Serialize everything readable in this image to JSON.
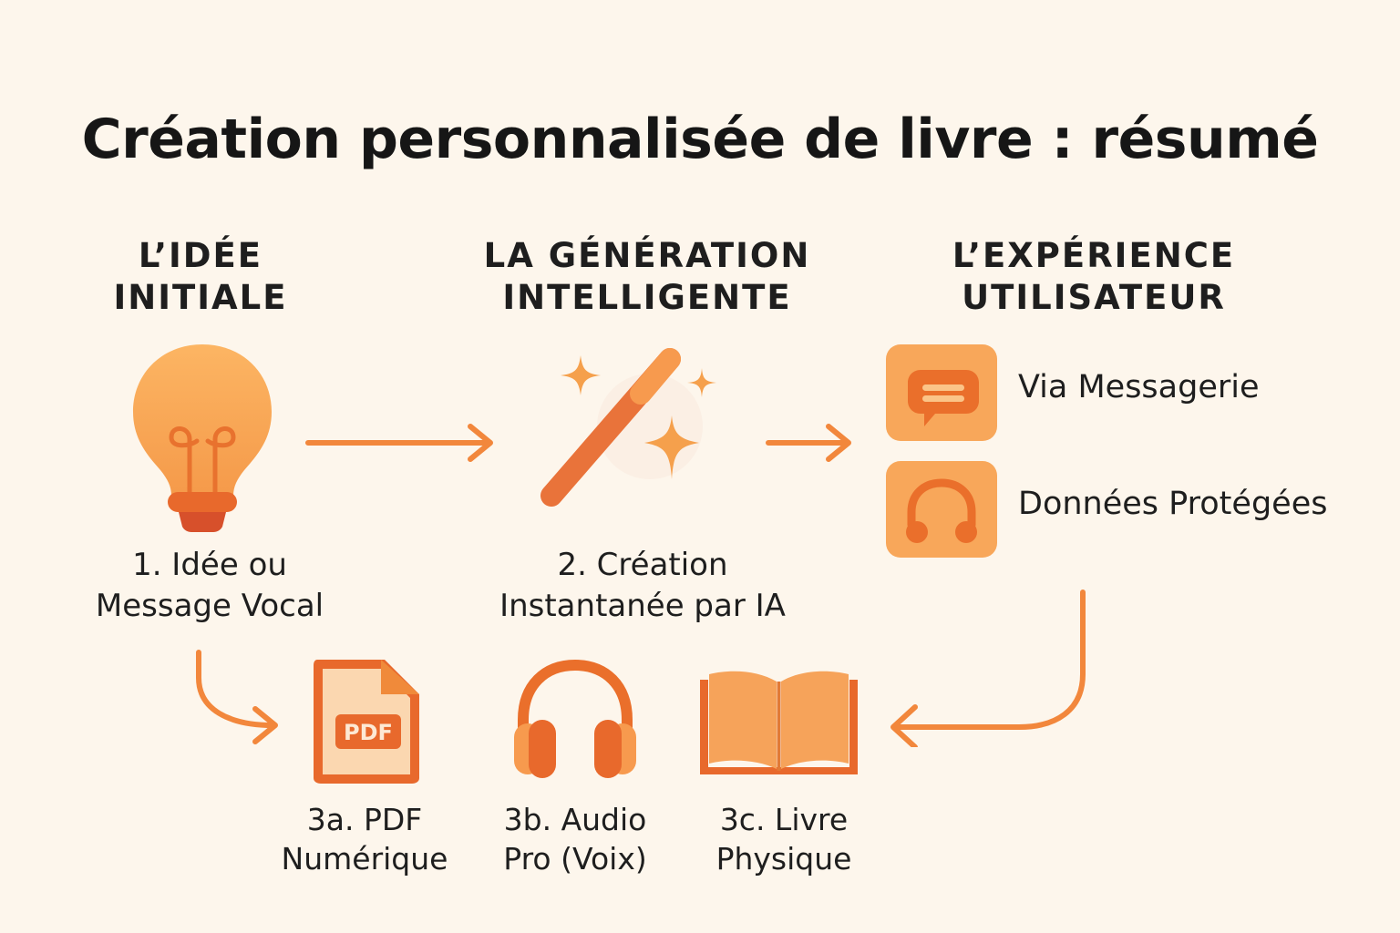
{
  "title": "Création personnalisée de livre : résumé",
  "columns": [
    {
      "line1": "L’IDÉE",
      "line2": "INITIALE"
    },
    {
      "line1": "LA GÉNÉRATION",
      "line2": "INTELLIGENTE"
    },
    {
      "line1": "L’EXPÉRIENCE",
      "line2": "UTILISATEUR"
    }
  ],
  "steps": [
    {
      "line1": "1. Idée ou",
      "line2": "Message Vocal",
      "icon": "lightbulb-icon"
    },
    {
      "line1": "2. Création",
      "line2": "Instantanée par IA",
      "icon": "magic-wand-icon"
    }
  ],
  "experience": [
    {
      "label": "Via Messagerie",
      "icon": "chat-bubble-icon"
    },
    {
      "label": "Données Protégées",
      "icon": "headphones-icon"
    }
  ],
  "outputs": [
    {
      "line1": "3a. PDF",
      "line2": "Numérique",
      "icon": "pdf-file-icon",
      "badge": "PDF"
    },
    {
      "line1": "3b. Audio",
      "line2": "Pro (Voix)",
      "icon": "headphones-icon"
    },
    {
      "line1": "3c. Livre",
      "line2": "Physique",
      "icon": "open-book-icon"
    }
  ],
  "colors": {
    "background": "#fdf6ec",
    "accent": "#f08a3a",
    "accent_dark": "#e06a2a",
    "tile": "#f8a75a"
  }
}
